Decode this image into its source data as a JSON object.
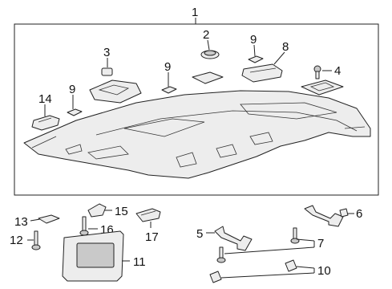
{
  "diagram": {
    "callouts": {
      "c1": "1",
      "c2": "2",
      "c3": "3",
      "c4": "4",
      "c5": "5",
      "c6": "6",
      "c7": "7",
      "c8": "8",
      "c9a": "9",
      "c9b": "9",
      "c9c": "9",
      "c10": "10",
      "c11": "11",
      "c12": "12",
      "c13": "13",
      "c14": "14",
      "c15": "15",
      "c16": "16",
      "c17": "17"
    }
  }
}
